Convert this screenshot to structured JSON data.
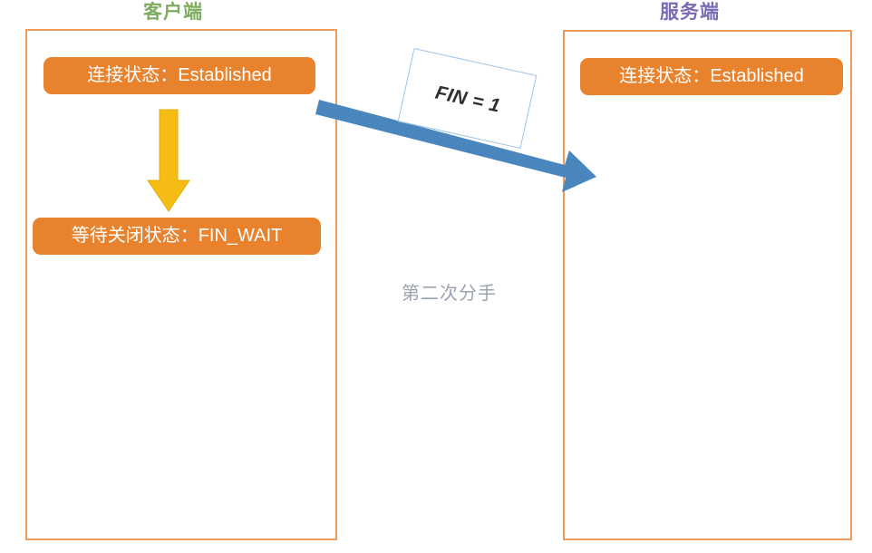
{
  "diagram": {
    "type": "sequence-diagram",
    "title_client": "客户端",
    "title_server": "服务端",
    "caption": "第二次分手",
    "colors": {
      "client_title": "#7EAC5E",
      "server_title": "#7A6AB3",
      "lifeline_border": "#ED9B5B",
      "state_pill_fill": "#E8822D",
      "state_pill_text": "#FFFFFF",
      "transition_arrow": "#F5BD14",
      "message_arrow": "#4A86BE",
      "label_box_border": "#9DC3E6",
      "caption_text": "#9AA3B0"
    }
  },
  "client": {
    "title": "客户端",
    "states": [
      {
        "label": "连接状态：Established",
        "name": "established"
      },
      {
        "label": "等待关闭状态：FIN_WAIT",
        "name": "fin-wait"
      }
    ],
    "transition_arrow": {
      "name": "state-transition-down-arrow",
      "direction": "down",
      "color": "#F5BD14"
    }
  },
  "server": {
    "title": "服务端",
    "states": [
      {
        "label": "连接状态：Established",
        "name": "established"
      }
    ]
  },
  "message": {
    "name": "fin-segment",
    "label": "FIN = 1",
    "direction": "client-to-server",
    "color": "#4A86BE"
  },
  "caption": {
    "text": "第二次分手"
  }
}
